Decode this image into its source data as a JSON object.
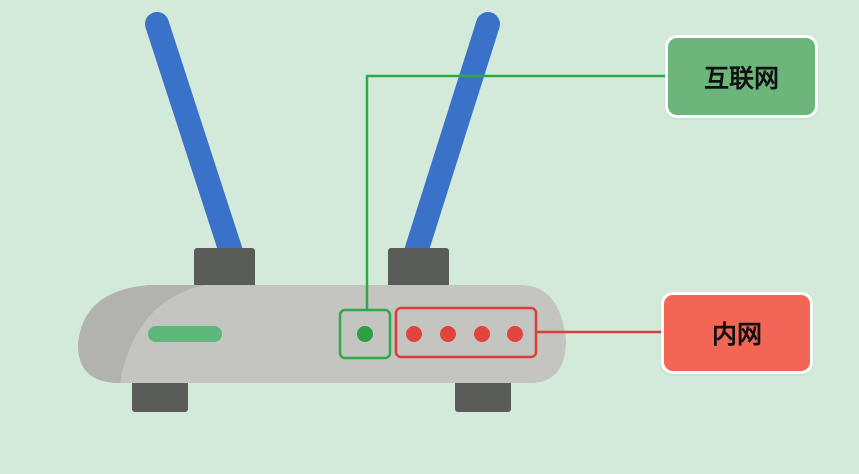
{
  "labels": {
    "wan": "互联网",
    "lan": "内网"
  },
  "colors": {
    "background": "#d3eadb",
    "antenna": "#3b72c9",
    "router_body": "#c4c4c0",
    "router_body_shade": "#b2b3ae",
    "feet": "#5a5c59",
    "status_led": "#5fb67b",
    "wan_highlight": "#2fa84a",
    "lan_highlight": "#d83f3a",
    "lan_port": "#e0443d",
    "wan_port": "#2f9e47"
  },
  "ports": {
    "wan_count": 1,
    "lan_count": 4
  }
}
